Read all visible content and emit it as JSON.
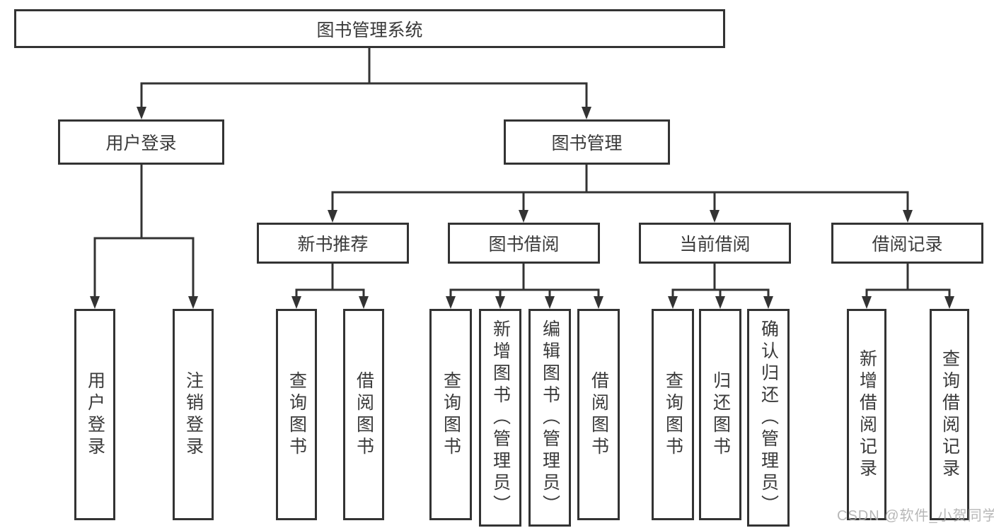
{
  "diagram": {
    "type": "hierarchy-tree",
    "root": {
      "label": "图书管理系统"
    },
    "branches": [
      {
        "label": "用户登录",
        "children": [
          {
            "label": "用户登录"
          },
          {
            "label": "注销登录"
          }
        ]
      },
      {
        "label": "图书管理",
        "children": [
          {
            "label": "新书推荐",
            "children": [
              {
                "label": "查询图书"
              },
              {
                "label": "借阅图书"
              }
            ]
          },
          {
            "label": "图书借阅",
            "children": [
              {
                "label": "查询图书"
              },
              {
                "label": "新增图书（管理员）"
              },
              {
                "label": "编辑图书（管理员）"
              },
              {
                "label": "借阅图书"
              }
            ]
          },
          {
            "label": "当前借阅",
            "children": [
              {
                "label": "查询图书"
              },
              {
                "label": "归还图书"
              },
              {
                "label": "确认归还（管理员）"
              }
            ]
          },
          {
            "label": "借阅记录",
            "children": [
              {
                "label": "新增借阅记录"
              },
              {
                "label": "查询借阅记录"
              }
            ]
          }
        ]
      }
    ],
    "colors": {
      "line": "#333333",
      "text": "#3a3a3a",
      "box_fill": "#ffffff",
      "background": "#ffffff",
      "watermark": "#adadad"
    }
  },
  "watermark": {
    "text": "CSDN @软件_小贺同学"
  }
}
